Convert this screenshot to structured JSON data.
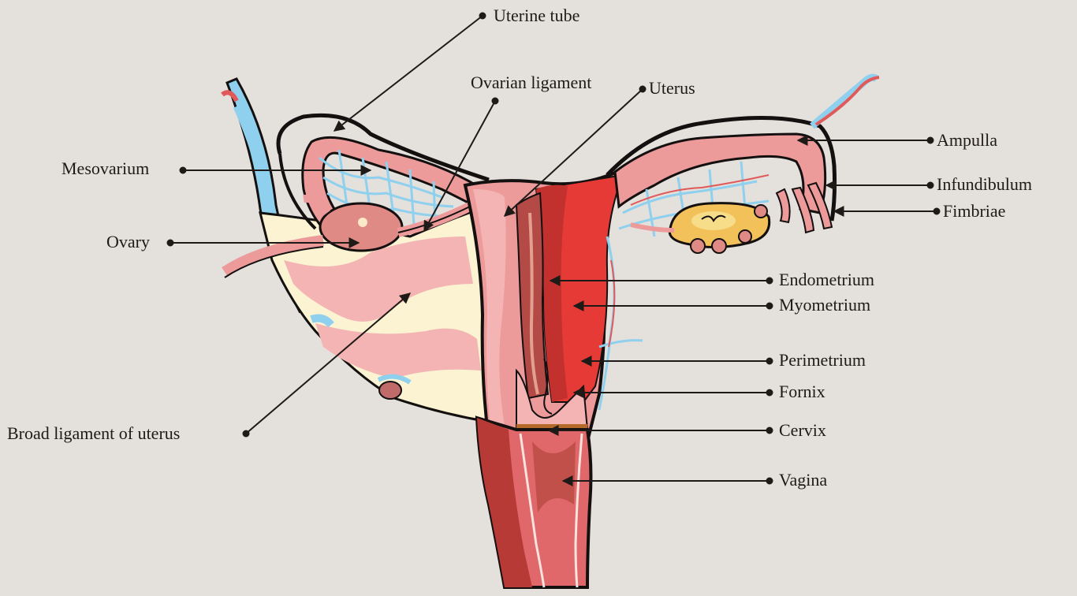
{
  "labels": {
    "uterine_tube": "Uterine tube",
    "ovarian_ligament": "Ovarian ligament",
    "uterus": "Uterus",
    "mesovarium": "Mesovarium",
    "ovary": "Ovary",
    "broad_ligament": "Broad ligament of uterus",
    "ampulla": "Ampulla",
    "infundibulum": "Infundibulum",
    "fimbriae": "Fimbriae",
    "endometrium": "Endometrium",
    "myometrium": "Myometrium",
    "perimetrium": "Perimetrium",
    "fornix": "Fornix",
    "cervix": "Cervix",
    "vagina": "Vagina"
  },
  "colors": {
    "background": "#e4e0dc",
    "leader_line": "#1e1a18",
    "outline": "#141010",
    "tissue_pink": "#ec9a9a",
    "tissue_light_pink": "#f4b4b4",
    "muscle_dark_red": "#c2312e",
    "muscle_red": "#e63a36",
    "ligament_cream": "#fbf3d2",
    "vessel_blue": "#8fd0ee",
    "ovary_yellow": "#f2c15a"
  }
}
